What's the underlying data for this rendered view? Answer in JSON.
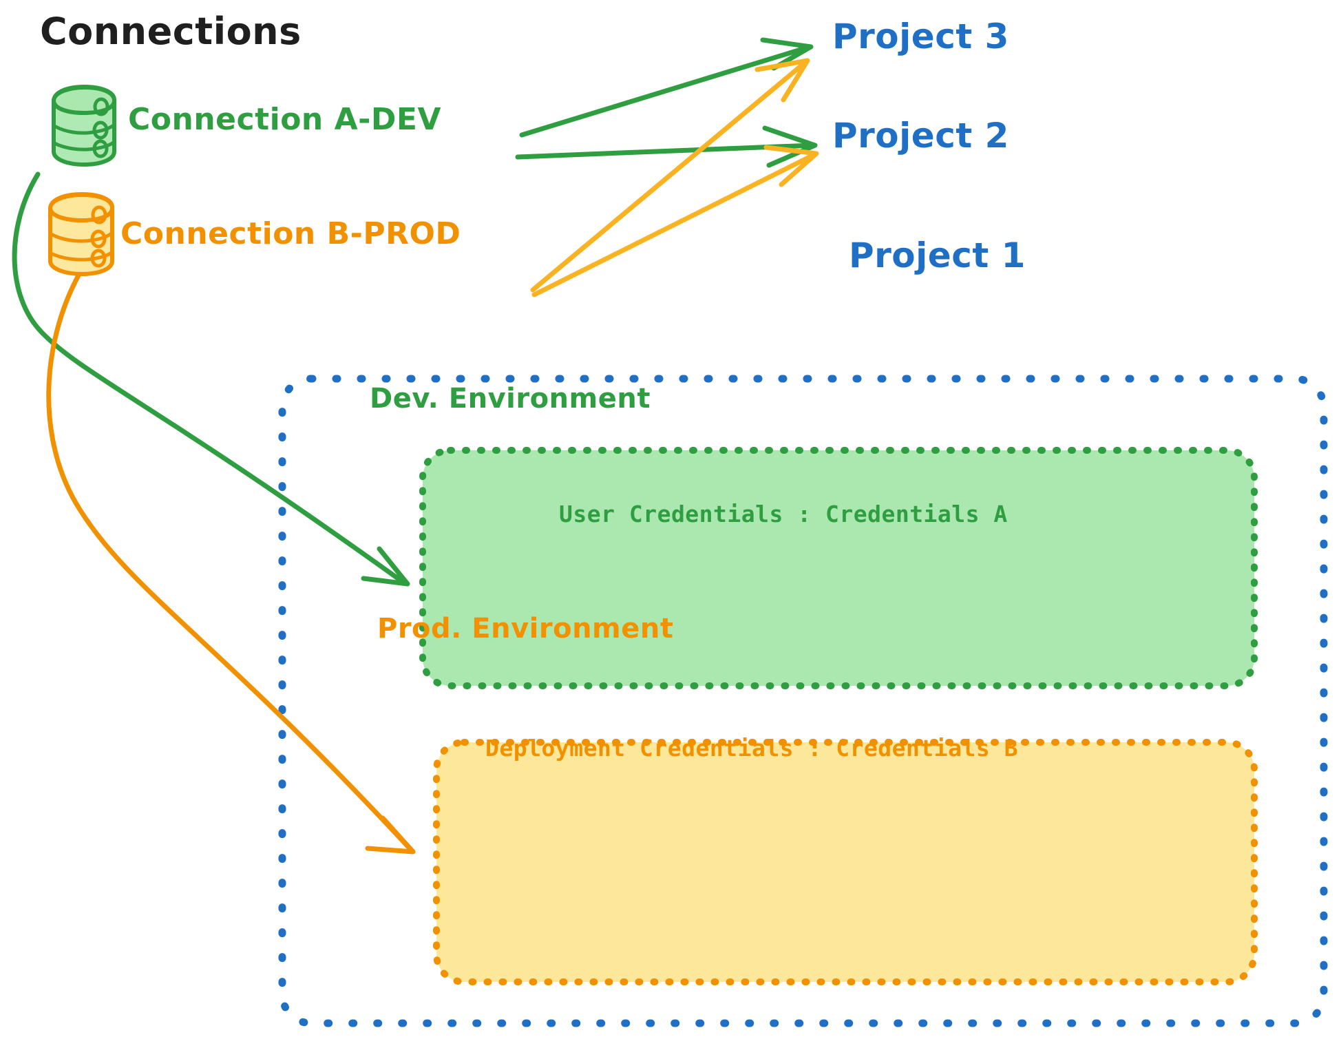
{
  "diagram": {
    "title": "Connections",
    "background": "#ffffff",
    "colors": {
      "green_stroke": "#2f9e41",
      "green_fill": "#abe8b0",
      "orange_stroke": "#f29100",
      "orange_fill": "#fde79a",
      "blue": "#1f6fc4",
      "title_text": "#1f1f1f"
    }
  },
  "connections": {
    "heading": "Connections",
    "items": [
      {
        "id": "connection-a-dev",
        "label": "Connection A-DEV",
        "icon": "database-icon",
        "color": "#2f9e41"
      },
      {
        "id": "connection-b-prod",
        "label": "Connection B-PROD",
        "icon": "database-icon",
        "color": "#f29100"
      }
    ]
  },
  "projects": [
    {
      "id": "project-3",
      "label": "Project 3",
      "color": "#1f6fc4"
    },
    {
      "id": "project-2",
      "label": "Project 2",
      "color": "#1f6fc4"
    },
    {
      "id": "project-1",
      "label": "Project 1",
      "color": "#1f6fc4"
    }
  ],
  "project_1_container": {
    "label": "Project 1",
    "border_style": "dotted",
    "border_color": "#1f6fc4",
    "environments": [
      {
        "id": "dev-environment",
        "title": "Dev. Environment",
        "credential_label": "User Credentials : Credentials A",
        "border_color": "#2f9e41",
        "fill_color": "#abe8b0"
      },
      {
        "id": "prod-environment",
        "title": "Prod. Environment",
        "credential_label": "Deployment Credentials : Credentials B",
        "border_color": "#f29100",
        "fill_color": "#fde79a"
      }
    ]
  },
  "edges": [
    {
      "id": "edge-a-dev-to-project-3",
      "from": "connection-a-dev",
      "to": "project-3",
      "color": "#2f9e41"
    },
    {
      "id": "edge-a-dev-to-project-2",
      "from": "connection-a-dev",
      "to": "project-2",
      "color": "#2f9e41"
    },
    {
      "id": "edge-a-dev-to-dev-environment",
      "from": "connection-a-dev",
      "to": "dev-environment",
      "color": "#2f9e41"
    },
    {
      "id": "edge-b-prod-to-project-3",
      "from": "connection-b-prod",
      "to": "project-3",
      "color": "#f29100"
    },
    {
      "id": "edge-b-prod-to-project-2",
      "from": "connection-b-prod",
      "to": "project-2",
      "color": "#f29100"
    },
    {
      "id": "edge-b-prod-to-prod-environment",
      "from": "connection-b-prod",
      "to": "prod-environment",
      "color": "#f29100"
    }
  ]
}
